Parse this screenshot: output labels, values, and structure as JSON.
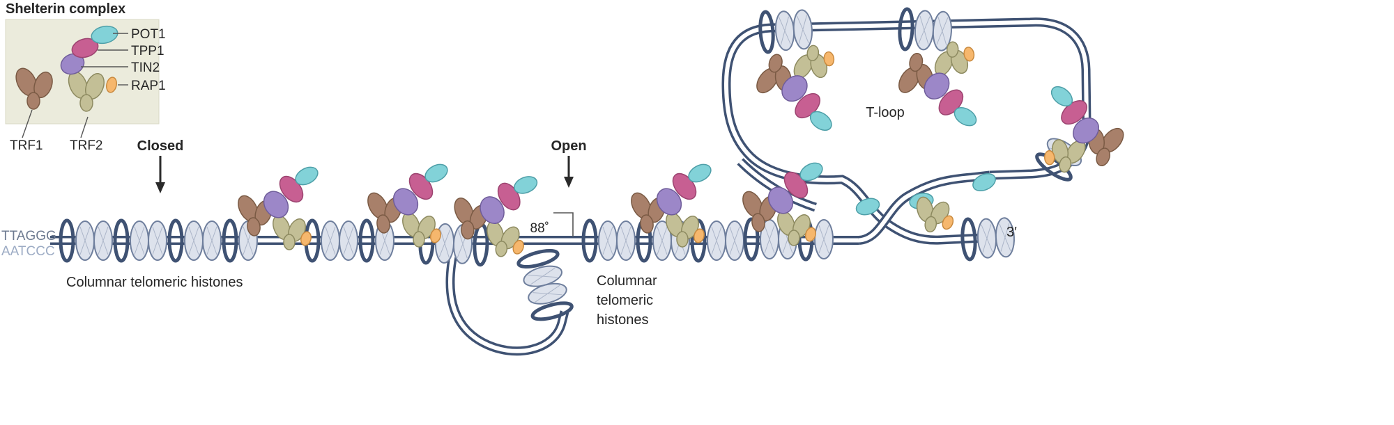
{
  "legend": {
    "title": "Shelterin complex",
    "proteins": {
      "pot1": "POT1",
      "tpp1": "TPP1",
      "tin2": "TIN2",
      "rap1": "RAP1",
      "trf1": "TRF1",
      "trf2": "TRF2"
    }
  },
  "states": {
    "closed": "Closed",
    "open": "Open"
  },
  "dna": {
    "top_strand": "TTAGGG",
    "bottom_strand": "AATCCC",
    "three_prime": "3′"
  },
  "labels": {
    "t_loop": "T-loop",
    "angle": "88˚",
    "columnar_left": "Columnar telomeric histones",
    "columnar_mid_line1": "Columnar",
    "columnar_mid_line2": "telomeric",
    "columnar_mid_line3": "histones"
  },
  "colors": {
    "pot1": "#82d2d8",
    "tpp1": "#c75f92",
    "tin2": "#9c87c8",
    "rap1": "#f6b76d",
    "trf1": "#a8806a",
    "trf2": "#c3bf96",
    "histone_fill": "#dde2ec",
    "histone_stroke": "#6f7f9d",
    "dna": "#3f5273",
    "legend_bg": "#ebebdc",
    "text": "#262626",
    "seq_top": "#6e7b91",
    "seq_bottom": "#9cabc4"
  }
}
